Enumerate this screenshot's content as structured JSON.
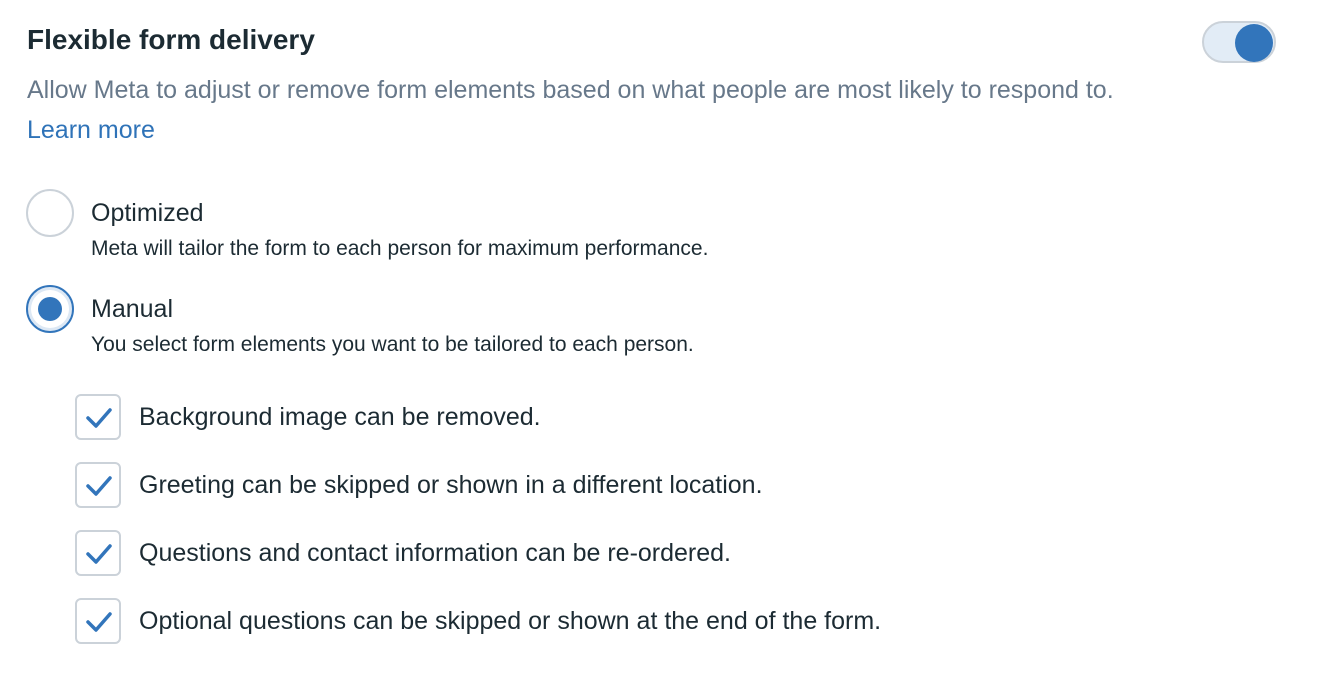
{
  "title": "Flexible form delivery",
  "description": "Allow Meta to adjust or remove form elements based on what people are most likely to respond to.",
  "learn_more": "Learn more",
  "toggle": {
    "on": true,
    "color": "#3275bb"
  },
  "options": [
    {
      "label": "Optimized",
      "sub": "Meta will tailor the form to each person for maximum performance.",
      "selected": false
    },
    {
      "label": "Manual",
      "sub": "You select form elements you want to be tailored to each person.",
      "selected": true
    }
  ],
  "checkboxes": [
    {
      "label": "Background image can be removed.",
      "checked": true
    },
    {
      "label": "Greeting can be skipped or shown in a different location.",
      "checked": true
    },
    {
      "label": "Questions and contact information can be re-ordered.",
      "checked": true
    },
    {
      "label": "Optional questions can be skipped or shown at the end of the form.",
      "checked": true
    }
  ]
}
